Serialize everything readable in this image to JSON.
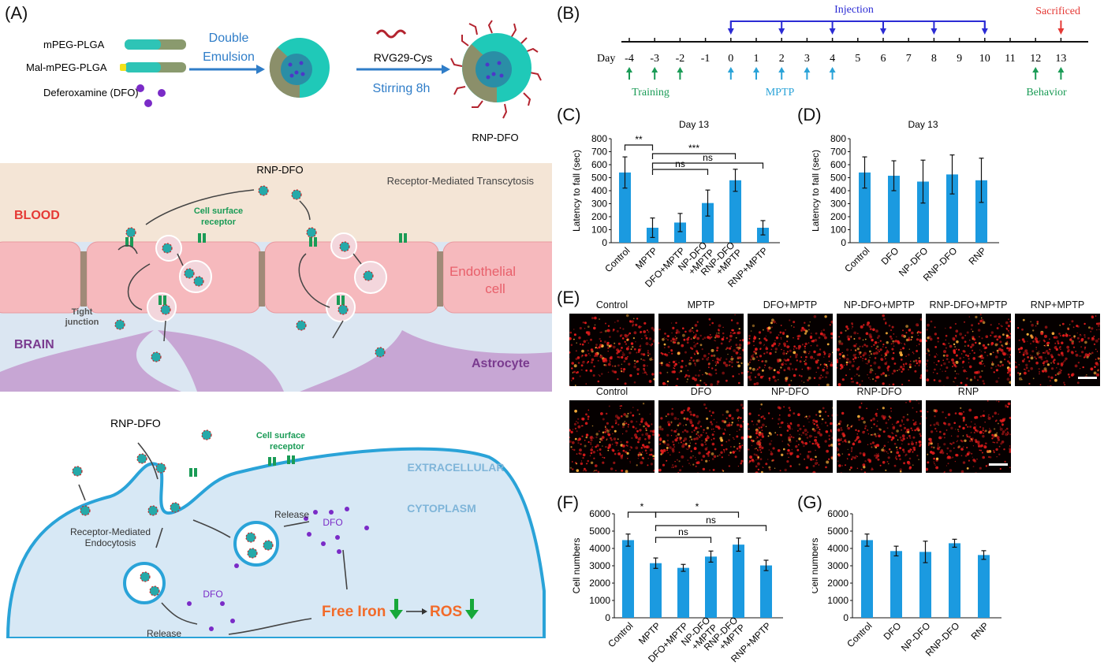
{
  "panels": {
    "A": "(A)",
    "B": "(B)",
    "C": "(C)",
    "D": "(D)",
    "E": "(E)",
    "F": "(F)",
    "G": "(G)"
  },
  "synthesis": {
    "materials": [
      "mPEG-PLGA",
      "Mal-mPEG-PLGA",
      "Deferoxamine (DFO)"
    ],
    "step1_line1": "Double",
    "step1_line2": "Emulsion",
    "step2_reagent": "RVG29-Cys",
    "step2_condition": "Stirring 8h",
    "product": "RNP-DFO"
  },
  "bbb": {
    "rnp_label": "RNP-DFO",
    "transcytosis": "Receptor-Mediated Transcytosis",
    "blood": "BLOOD",
    "receptor_line1": "Cell surface",
    "receptor_line2": "receptor",
    "endothelial_line1": "Endothelial",
    "endothelial_line2": "cell",
    "tight_line1": "Tight",
    "tight_line2": "junction",
    "brain": "BRAIN",
    "astrocyte": "Astrocyte"
  },
  "cell": {
    "rnp_label": "RNP-DFO",
    "receptor_line1": "Cell surface",
    "receptor_line2": "receptor",
    "extracellular": "EXTRACELLULAR",
    "cytoplasm": "CYTOPLASM",
    "endocytosis_line1": "Receptor-Mediated",
    "endocytosis_line2": "Endocytosis",
    "release1": "Release",
    "release2": "Release",
    "dfo1": "DFO",
    "dfo2": "DFO",
    "free_iron": "Free Iron",
    "ros": "ROS"
  },
  "timeline": {
    "day_label": "Day",
    "days": [
      "-4",
      "-3",
      "-2",
      "-1",
      "0",
      "1",
      "2",
      "3",
      "4",
      "5",
      "6",
      "7",
      "8",
      "9",
      "10",
      "11",
      "12",
      "13"
    ],
    "injection": "Injection",
    "injection_days": [
      "0",
      "2",
      "4",
      "6",
      "8",
      "10"
    ],
    "sacrificed": "Sacrificed",
    "training": "Training",
    "training_days": [
      "-4",
      "-3",
      "-2"
    ],
    "mptp": "MPTP",
    "mptp_days": [
      "0",
      "1",
      "2",
      "3",
      "4"
    ],
    "behavior": "Behavior",
    "behavior_days": [
      "12",
      "13"
    ]
  },
  "microscopy": {
    "row1": [
      "Control",
      "MPTP",
      "DFO+MPTP",
      "NP-DFO+MPTP",
      "RNP-DFO+MPTP",
      "RNP+MPTP"
    ],
    "row2": [
      "Control",
      "DFO",
      "NP-DFO",
      "RNP-DFO",
      "RNP"
    ]
  },
  "chart_data": [
    {
      "id": "C",
      "type": "bar",
      "title": "Day 13",
      "ylabel": "Latency to fall (sec)",
      "ylim": [
        0,
        800
      ],
      "yticks": [
        0,
        100,
        200,
        300,
        400,
        500,
        600,
        700,
        800
      ],
      "categories": [
        "Control",
        "MPTP",
        "DFO+MPTP",
        "NP-DFO +MPTP",
        "RNP-DFO +MPTP",
        "RNP+MPTP"
      ],
      "values": [
        540,
        115,
        155,
        305,
        480,
        115
      ],
      "errors": [
        120,
        75,
        70,
        100,
        85,
        55
      ],
      "significance": [
        {
          "from": 0,
          "to": 1,
          "label": "**"
        },
        {
          "from": 1,
          "to": 4,
          "label": "***"
        },
        {
          "from": 1,
          "to": 3,
          "label": "ns"
        },
        {
          "from": 1,
          "to": 5,
          "label": "ns"
        }
      ],
      "color": "#1b9ae0"
    },
    {
      "id": "D",
      "type": "bar",
      "title": "Day 13",
      "ylabel": "Latency to fall (sec)",
      "ylim": [
        0,
        800
      ],
      "yticks": [
        0,
        100,
        200,
        300,
        400,
        500,
        600,
        700,
        800
      ],
      "categories": [
        "Control",
        "DFO",
        "NP-DFO",
        "RNP-DFO",
        "RNP"
      ],
      "values": [
        540,
        515,
        470,
        525,
        480
      ],
      "errors": [
        120,
        115,
        165,
        150,
        170
      ],
      "significance": [],
      "color": "#1b9ae0"
    },
    {
      "id": "F",
      "type": "bar",
      "title": "",
      "ylabel": "Cell numbers",
      "ylim": [
        0,
        6000
      ],
      "yticks": [
        0,
        1000,
        2000,
        3000,
        4000,
        5000,
        6000
      ],
      "categories": [
        "Control",
        "MPTP",
        "DFO+MPTP",
        "NP-DFO +MPTP",
        "RNP-DFO +MPTP",
        "RNP+MPTP"
      ],
      "values": [
        4480,
        3150,
        2880,
        3530,
        4220,
        3020
      ],
      "errors": [
        350,
        300,
        200,
        320,
        380,
        300
      ],
      "significance": [
        {
          "from": 0,
          "to": 1,
          "label": "*"
        },
        {
          "from": 1,
          "to": 4,
          "label": "*"
        },
        {
          "from": 1,
          "to": 3,
          "label": "ns"
        },
        {
          "from": 1,
          "to": 5,
          "label": "ns"
        }
      ],
      "color": "#1b9ae0"
    },
    {
      "id": "G",
      "type": "bar",
      "title": "",
      "ylabel": "Cell numbers",
      "ylim": [
        0,
        6000
      ],
      "yticks": [
        0,
        1000,
        2000,
        3000,
        4000,
        5000,
        6000
      ],
      "categories": [
        "Control",
        "DFO",
        "NP-DFO",
        "RNP-DFO",
        "RNP"
      ],
      "values": [
        4480,
        3850,
        3800,
        4300,
        3620
      ],
      "errors": [
        350,
        280,
        620,
        230,
        250
      ],
      "significance": [],
      "color": "#1b9ae0"
    }
  ]
}
